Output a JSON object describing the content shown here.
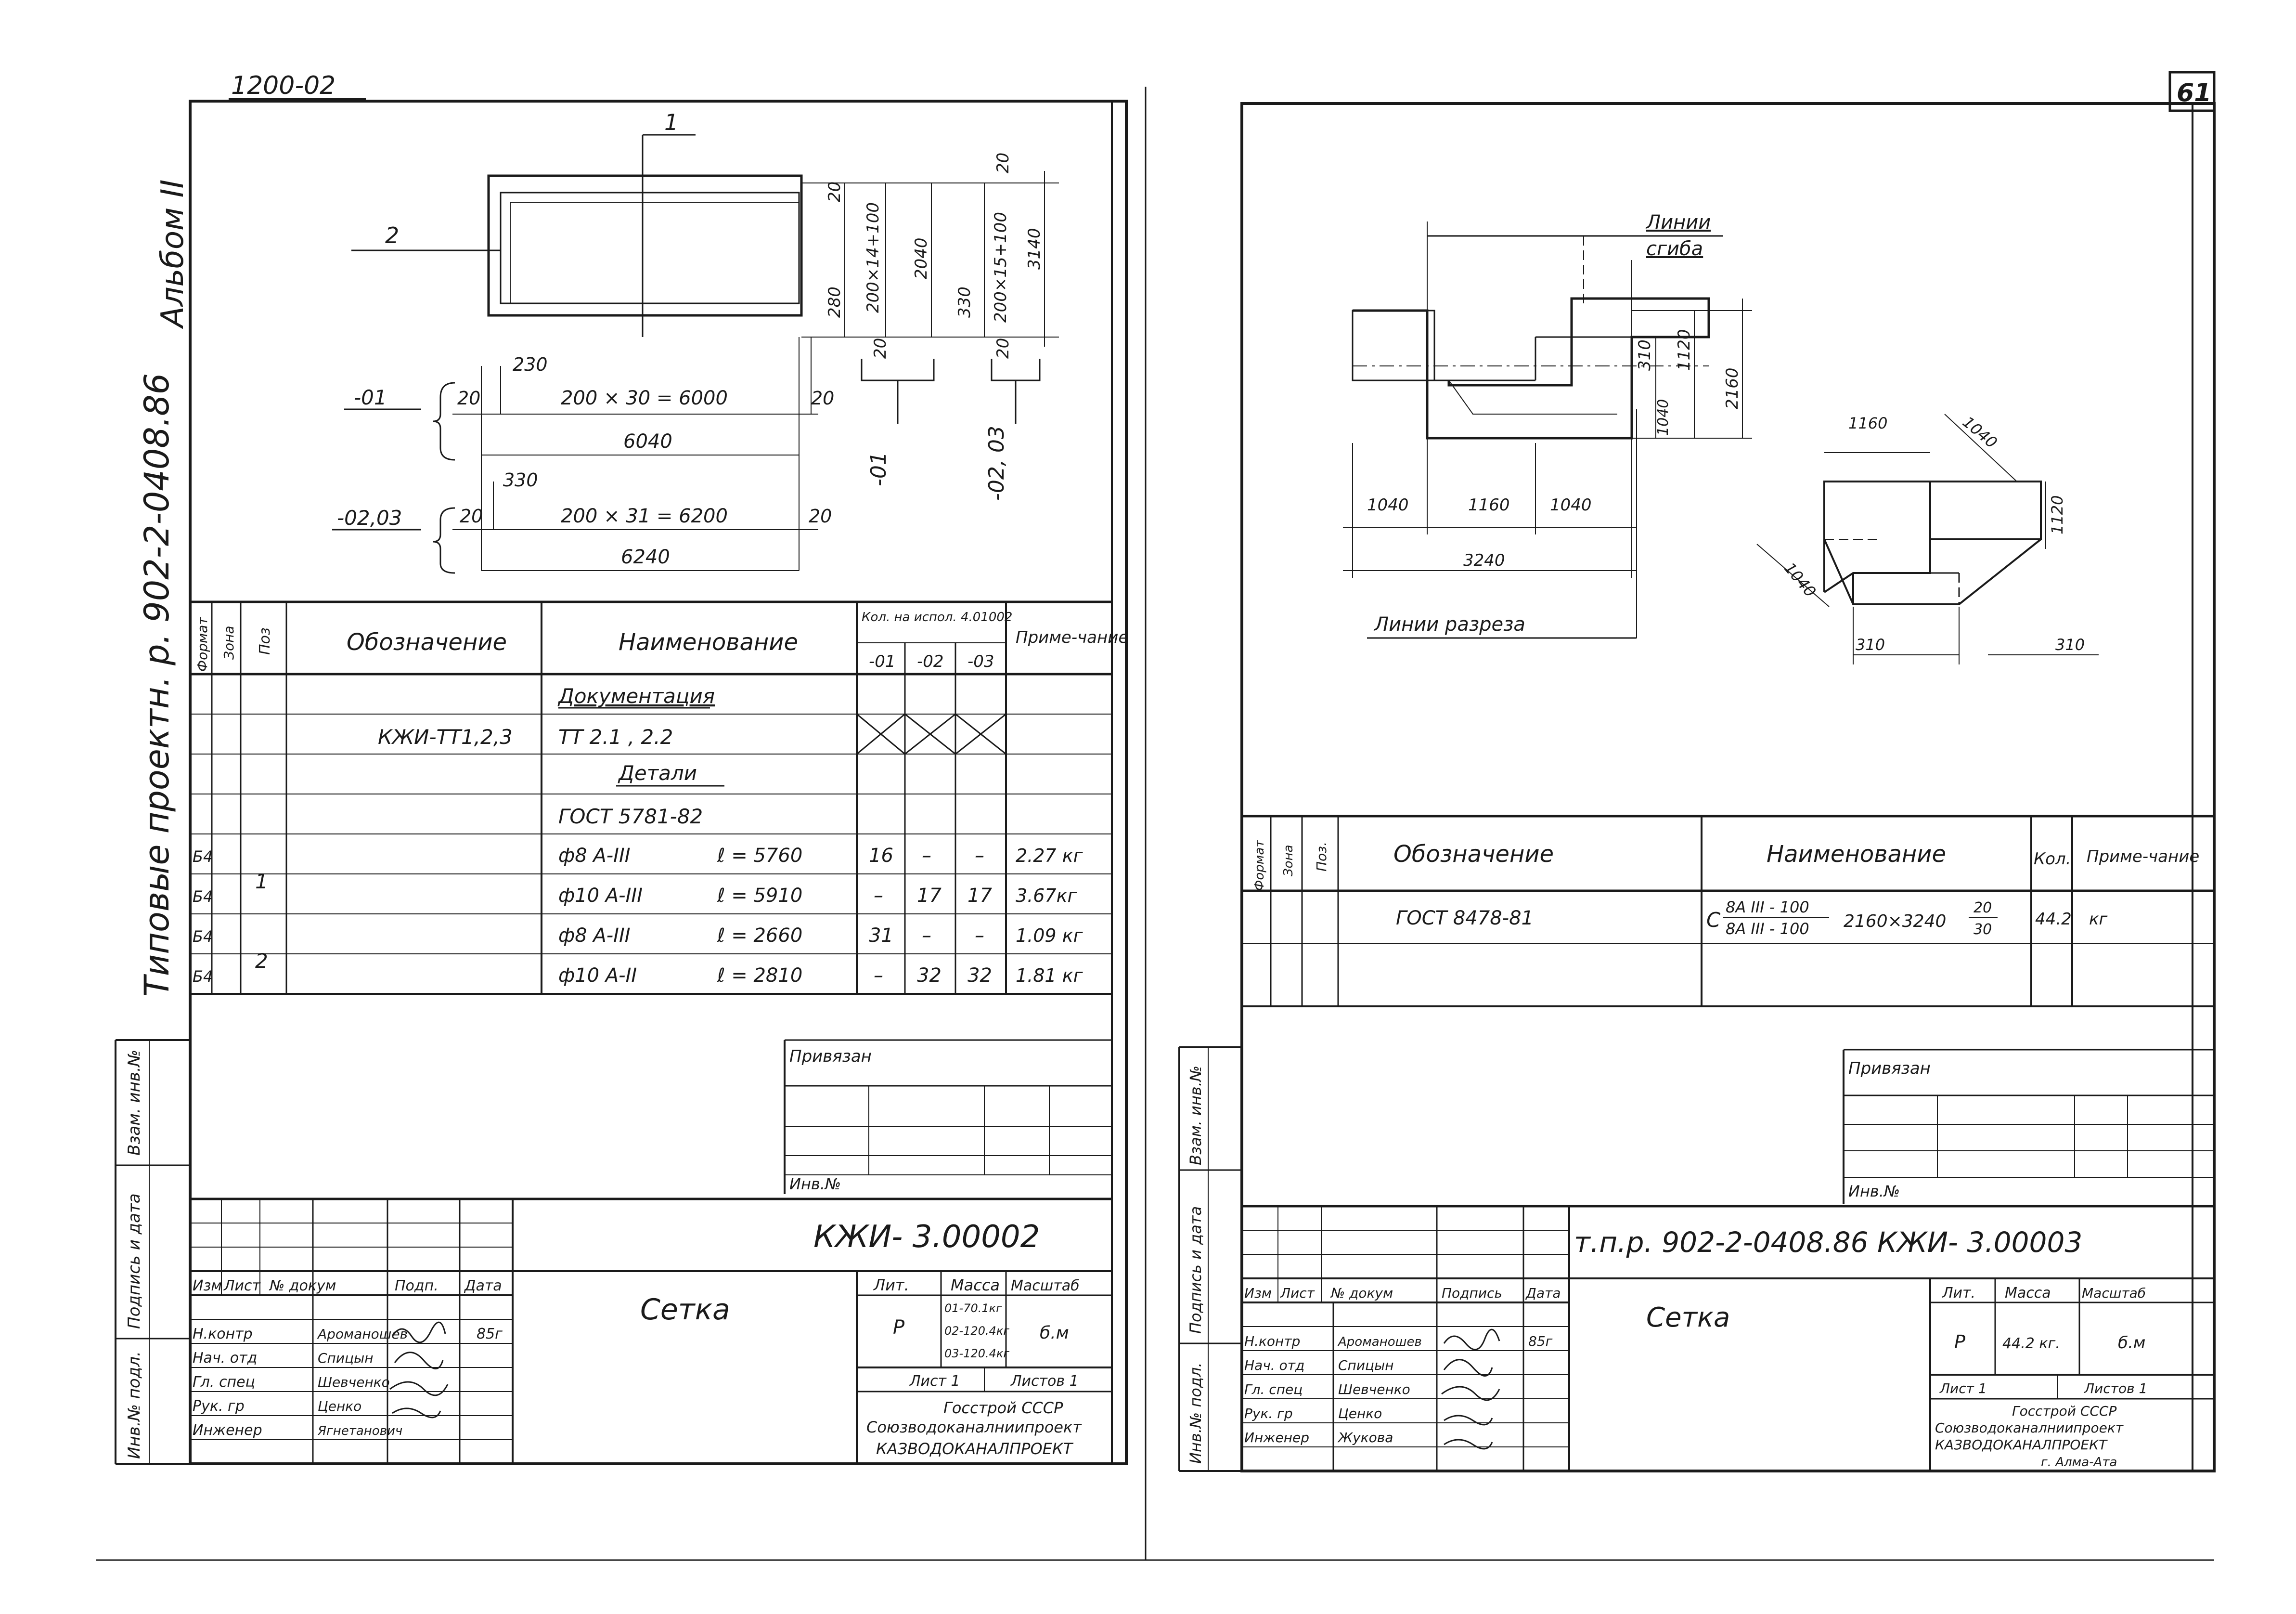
{
  "doc_code": "1200-02",
  "page_number": "61",
  "left": {
    "album": "Альбом II",
    "series": "Типовые проектн. р. 902-2-0408.86",
    "drawing": {
      "callout_1": "1",
      "callout_2": "2",
      "dims_right": [
        "20",
        "20",
        "280",
        "200×14+100",
        "2040",
        "330",
        "200×15+100",
        "3140",
        "20",
        "20"
      ],
      "var_01": "-01",
      "var_02_03": "-02,03",
      "dim_20": "20",
      "dim_230": "230",
      "dim_330": "330",
      "row1": "200 × 30 = 6000",
      "row1_total": "6040",
      "row2": "200 × 31 = 6200",
      "row2_total": "6240",
      "side_01": "-01",
      "side_0203": "-02, 03"
    },
    "spec_table": {
      "headers": {
        "format": "Формат",
        "zone": "Зона",
        "pos": "Поз",
        "designation": "Обозначение",
        "name": "Наименование",
        "qty_title": "Кол. на испол. 4.01002",
        "qty_cols": [
          "-01",
          "-02",
          "-03"
        ],
        "note": "Приме-чание"
      },
      "rows": [
        {
          "format": "",
          "pos": "",
          "designation": "",
          "name": "Документация",
          "q1": "",
          "q2": "",
          "q3": "",
          "note": ""
        },
        {
          "format": "",
          "pos": "",
          "designation": "КЖИ-ТТ1,2,3",
          "name": "ТТ 2.1 , 2.2",
          "q1": "",
          "q2": "",
          "q3": "",
          "note": ""
        },
        {
          "format": "",
          "pos": "",
          "designation": "",
          "name": "Детали",
          "q1": "",
          "q2": "",
          "q3": "",
          "note": ""
        },
        {
          "format": "",
          "pos": "",
          "designation": "",
          "name": "ГОСТ 5781-82",
          "q1": "",
          "q2": "",
          "q3": "",
          "note": ""
        },
        {
          "format": "Б4",
          "pos": "",
          "designation": "",
          "name": "ф8 А-III",
          "len": "ℓ = 5760",
          "q1": "16",
          "q2": "–",
          "q3": "–",
          "note": "2.27 кг"
        },
        {
          "format": "Б4",
          "pos": "1",
          "designation": "",
          "name": "ф10 А-III",
          "len": "ℓ = 5910",
          "q1": "–",
          "q2": "17",
          "q3": "17",
          "note": "3.67кг"
        },
        {
          "format": "Б4",
          "pos": "",
          "designation": "",
          "name": "ф8 А-III",
          "len": "ℓ = 2660",
          "q1": "31",
          "q2": "–",
          "q3": "–",
          "note": "1.09 кг"
        },
        {
          "format": "Б4",
          "pos": "2",
          "designation": "",
          "name": "ф10 А-II",
          "len": "ℓ = 2810",
          "q1": "–",
          "q2": "32",
          "q3": "32",
          "note": "1.81 кг"
        }
      ]
    },
    "privyazan": "Привязан",
    "inv_no": "Инв.№",
    "side_labels": [
      "Взам. инв.№",
      "Подпись и дата",
      "Инв.№ подл."
    ],
    "title_block": {
      "code": "КЖИ- 3.00002",
      "title": "Сетка",
      "header_cols": [
        "Изм",
        "Лист",
        "№ докум",
        "Подп.",
        "Дата"
      ],
      "staff": [
        {
          "role": "Н.контр",
          "name": "Ароманошев",
          "date": "85г"
        },
        {
          "role": "Нач. отд",
          "name": "Спицын",
          "date": ""
        },
        {
          "role": "Гл. спец",
          "name": "Шевченко",
          "date": ""
        },
        {
          "role": "Рук. гр",
          "name": "Ценко",
          "date": ""
        },
        {
          "role": "Инженер",
          "name": "Ягнетанович",
          "date": ""
        }
      ],
      "lit_label": "Лит.",
      "mass_label": "Масса",
      "scale_label": "Масштаб",
      "lit": "Р",
      "mass_lines": [
        "01-70.1кг",
        "02-120.4кг",
        "03-120.4кг"
      ],
      "scale": "б.м",
      "sheet": "Лист 1",
      "sheets": "Листов 1",
      "org_lines": [
        "Госстрой СССР",
        "Союзводоканалниипроект",
        "КАЗВОДОКАНАЛПРОЕКТ"
      ]
    }
  },
  "right": {
    "drawing": {
      "bend_label_1": "Линии",
      "bend_label_2": "сгиба",
      "cut_label": "Линии разреза",
      "dims": [
        "310",
        "1120",
        "2160",
        "1040",
        "1040",
        "1160",
        "1040",
        "3240"
      ],
      "iso": [
        "1160",
        "1040",
        "1120",
        "1040",
        "310",
        "310"
      ]
    },
    "spec_table": {
      "headers": {
        "format": "Формат",
        "zone": "Зона",
        "pos": "Поз.",
        "designation": "Обозначение",
        "name": "Наименование",
        "qty": "Кол.",
        "note": "Приме-чание"
      },
      "row": {
        "designation": "ГОСТ 8478-81",
        "name_prefix": "С",
        "name_num": "8А III - 100",
        "name_den": "8А III - 100",
        "name_size": "2160×3240",
        "frac_num": "20",
        "frac_den": "30",
        "qty": "44.2",
        "note": "кг"
      }
    },
    "privyazan": "Привязан",
    "inv_no": "Инв.№",
    "side_labels": [
      "Взам. инв.№",
      "Подпись и дата",
      "Инв.№ подл."
    ],
    "title_block": {
      "code": "т.п.р. 902-2-0408.86 КЖИ- 3.00003",
      "title": "Сетка",
      "header_cols": [
        "Изм",
        "Лист",
        "№ докум",
        "Подпись",
        "Дата"
      ],
      "staff": [
        {
          "role": "Н.контр",
          "name": "Ароманошев",
          "date": "85г"
        },
        {
          "role": "Нач. отд",
          "name": "Спицын",
          "date": ""
        },
        {
          "role": "Гл. спец",
          "name": "Шевченко",
          "date": ""
        },
        {
          "role": "Рук. гр",
          "name": "Ценко",
          "date": ""
        },
        {
          "role": "Инженер",
          "name": "Жукова",
          "date": ""
        }
      ],
      "lit_label": "Лит.",
      "mass_label": "Масса",
      "scale_label": "Масштаб",
      "lit": "Р",
      "mass": "44.2 кг.",
      "scale": "б.м",
      "sheet": "Лист 1",
      "sheets": "Листов 1",
      "org_lines": [
        "Госстрой СССР",
        "Союзводоканалниипроект",
        "КАЗВОДОКАНАЛПРОЕКТ",
        "г. Алма-Ата"
      ]
    }
  }
}
